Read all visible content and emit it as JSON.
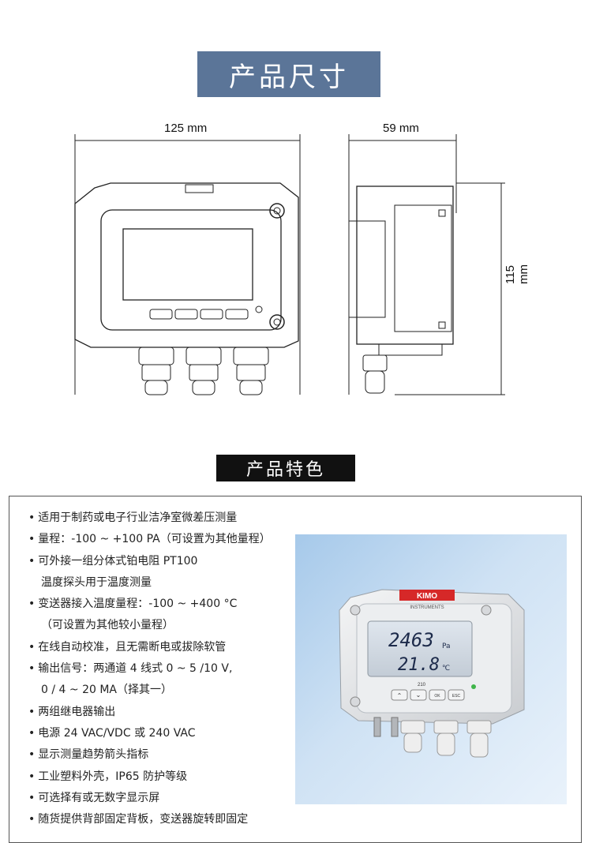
{
  "sections": {
    "dimensions_title": "产品尺寸",
    "features_title": "产品特色"
  },
  "dimensions": {
    "width_label": "125 mm",
    "depth_label": "59 mm",
    "height_label": "115 mm"
  },
  "features": [
    "适用于制药或电子行业洁净室微差压测量",
    "量程：-100 ~ +100 PA（可设置为其他量程）",
    "可外接一组分体式铂电阻 PT100",
    "温度探头用于温度测量",
    "变送器接入温度量程：-100 ~ +400 °C",
    "（可设置为其他较小量程）",
    "在线自动校准，且无需断电或拔除软管",
    "输出信号：两通道 4 线式 0 ~ 5 /10 V,",
    "0 / 4 ~ 20 MA（择其一）",
    "两组继电器输出",
    "电源 24 VAC/VDC 或 240 VAC",
    "显示测量趋势箭头指标",
    "工业塑料外壳，IP65 防护等级",
    "可选择有或无数字显示屏",
    "随货提供背部固定背板，变送器旋转即固定"
  ],
  "product": {
    "brand": "KIMO",
    "brand_sub": "INSTRUMENTS",
    "reading1": "2463",
    "unit1": "Pa",
    "reading2": "21.8",
    "unit2": "℃",
    "model": "210",
    "btn_ok": "OK",
    "btn_esc": "ESC"
  },
  "colors": {
    "title_banner": "#5b7598",
    "features_banner": "#111111",
    "photo_background": "#bcd7f0"
  }
}
